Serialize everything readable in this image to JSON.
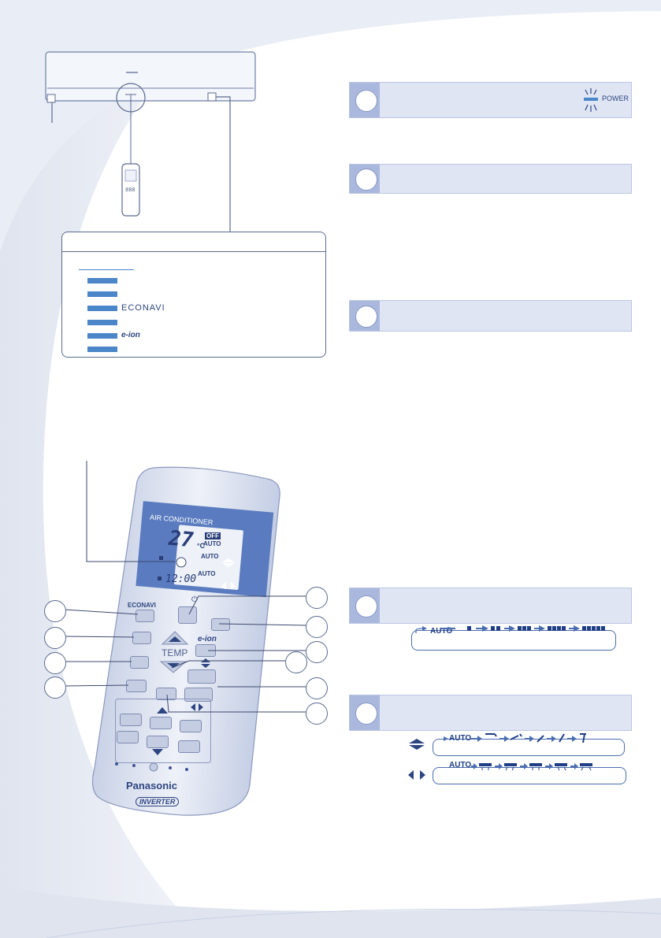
{
  "unit_display": {
    "brand_mark": "ECONAVI",
    "eion_mark": "e-ion"
  },
  "power_indicator": {
    "label": "POWER"
  },
  "remote": {
    "screen_header": "AIR CONDITIONER",
    "lcd_temp": "27",
    "lcd_unit": "°C",
    "lcd_off": "OFF",
    "lcd_auto_1": "AUTO",
    "lcd_auto_2": "AUTO",
    "lcd_auto_3": "AUTO",
    "lcd_time": "12:00",
    "temp_label": "TEMP",
    "econavi_label": "ECONAVI",
    "eion_label": "e-ion",
    "brand": "Panasonic",
    "inverter": "INVERTER"
  },
  "fan_speed_sequence": {
    "start": "AUTO"
  },
  "vertical_airflow_sequence": {
    "start": "AUTO"
  },
  "horizontal_airflow_sequence": {
    "start": "AUTO"
  },
  "colors": {
    "accent_blue": "#4a86c8",
    "bar_fill": "#dfe5f3",
    "tab_fill": "#aab8de",
    "remote_screen": "#5a7bbf"
  }
}
